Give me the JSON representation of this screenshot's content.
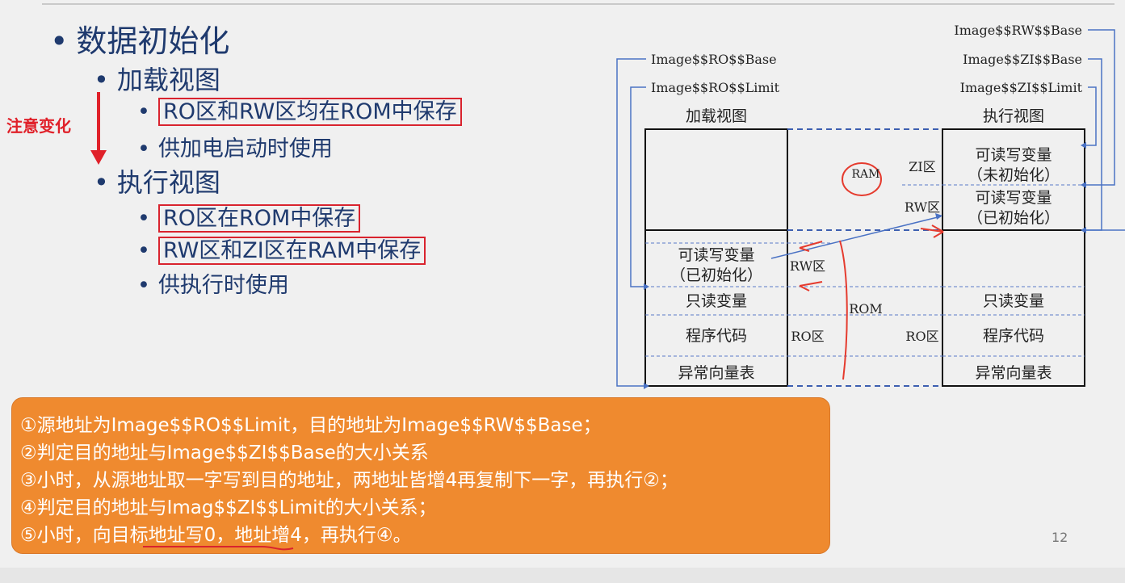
{
  "title": "数据初始化",
  "bullets": {
    "load_view": "加载视图",
    "load_item1": "RO区和RW区均在ROM中保存",
    "load_item2": "供加电启动时使用",
    "exec_view": "执行视图",
    "exec_item1": "RO区在ROM中保存",
    "exec_item2": "RW区和ZI区在RAM中保存",
    "exec_item3": "供执行时使用"
  },
  "annotation": "注意变化",
  "diagram": {
    "symbols": {
      "ro_base": "Image$$RO$$Base",
      "ro_limit": "Image$$RO$$Limit",
      "rw_base": "Image$$RW$$Base",
      "zi_base": "Image$$ZI$$Base",
      "zi_limit": "Image$$ZI$$Limit"
    },
    "load_view_title": "加载视图",
    "exec_view_title": "执行视图",
    "load_cells": [
      "可读写变量",
      "（已初始化）",
      "只读变量",
      "程序代码",
      "异常向量表"
    ],
    "exec_cells": [
      "可读写变量",
      "（未初始化）",
      "可读写变量",
      "（已初始化）",
      "只读变量",
      "程序代码",
      "异常向量表"
    ],
    "region_labels": {
      "zi": "ZI区",
      "rw_exec": "RW区",
      "rw_load": "RW区",
      "ro_load": "RO区",
      "ro_exec": "RO区"
    },
    "ram_label": "RAM",
    "rom_label": "ROM"
  },
  "steps": [
    "①源地址为Image$$RO$$Limit，目的地址为Image$$RW$$Base；",
    "②判定目的地址与Image$$ZI$$Base的大小关系",
    "③小时，从源地址取一字写到目的地址，两地址皆增4再复制下一字，再执行②；",
    "④判定目的地址与Imag$$ZI$$Limit的大小关系；",
    "⑤小时，向目标地址写0，地址增4，再执行④。"
  ],
  "page_number": "12",
  "colors": {
    "title": "#1f3a6e",
    "highlight": "#d9232e",
    "box": "#ef8a2f",
    "line": "#4a72c4"
  }
}
